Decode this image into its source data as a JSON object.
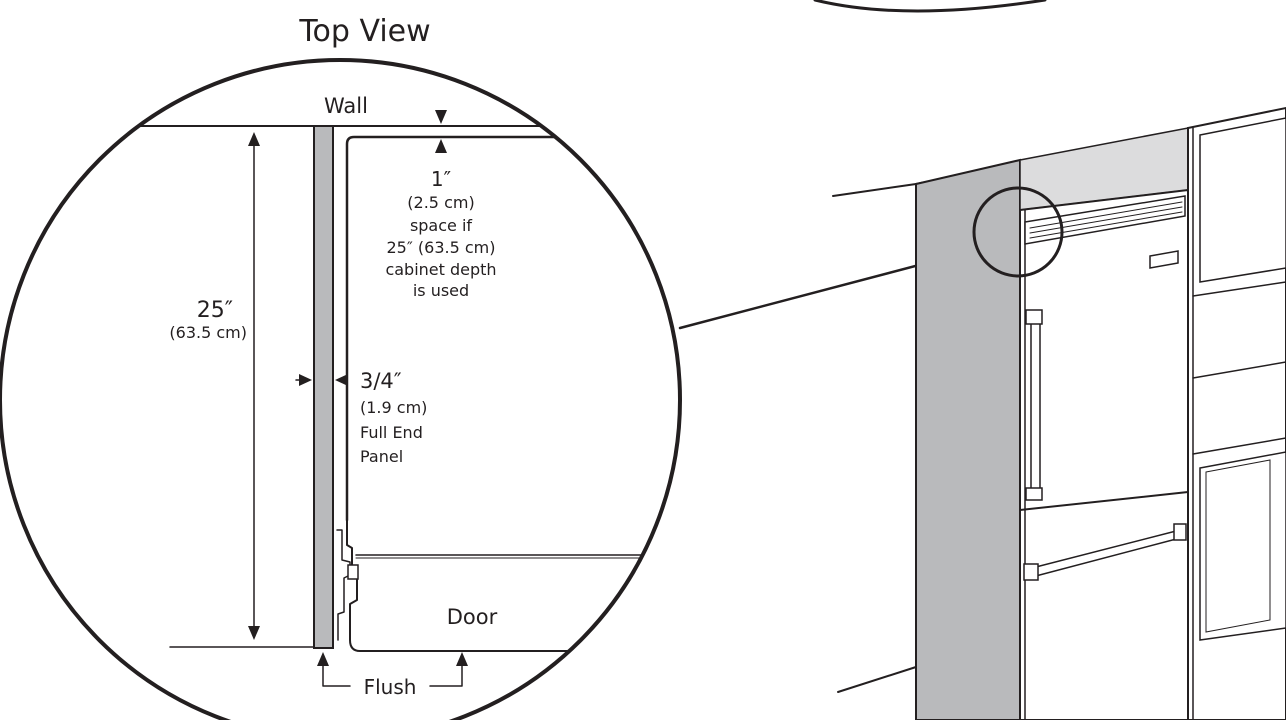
{
  "title": "Top View",
  "labels": {
    "wall": "Wall",
    "depth_in": "25″",
    "depth_cm": "(63.5 cm)",
    "space_in": "1″",
    "space_cm": "(2.5 cm)",
    "space_line1": "space if",
    "space_line2": "25″ (63.5 cm)",
    "space_line3": "cabinet depth",
    "space_line4": "is used",
    "panel_in": "3/4″",
    "panel_cm": "(1.9 cm)",
    "panel_line1": "Full End",
    "panel_line2": "Panel",
    "door": "Door",
    "flush": "Flush"
  },
  "colors": {
    "ink": "#231f20",
    "panel_gray": "#b9babc",
    "shelf_gray": "#dcdcdd",
    "fridge_white": "#ffffff"
  }
}
